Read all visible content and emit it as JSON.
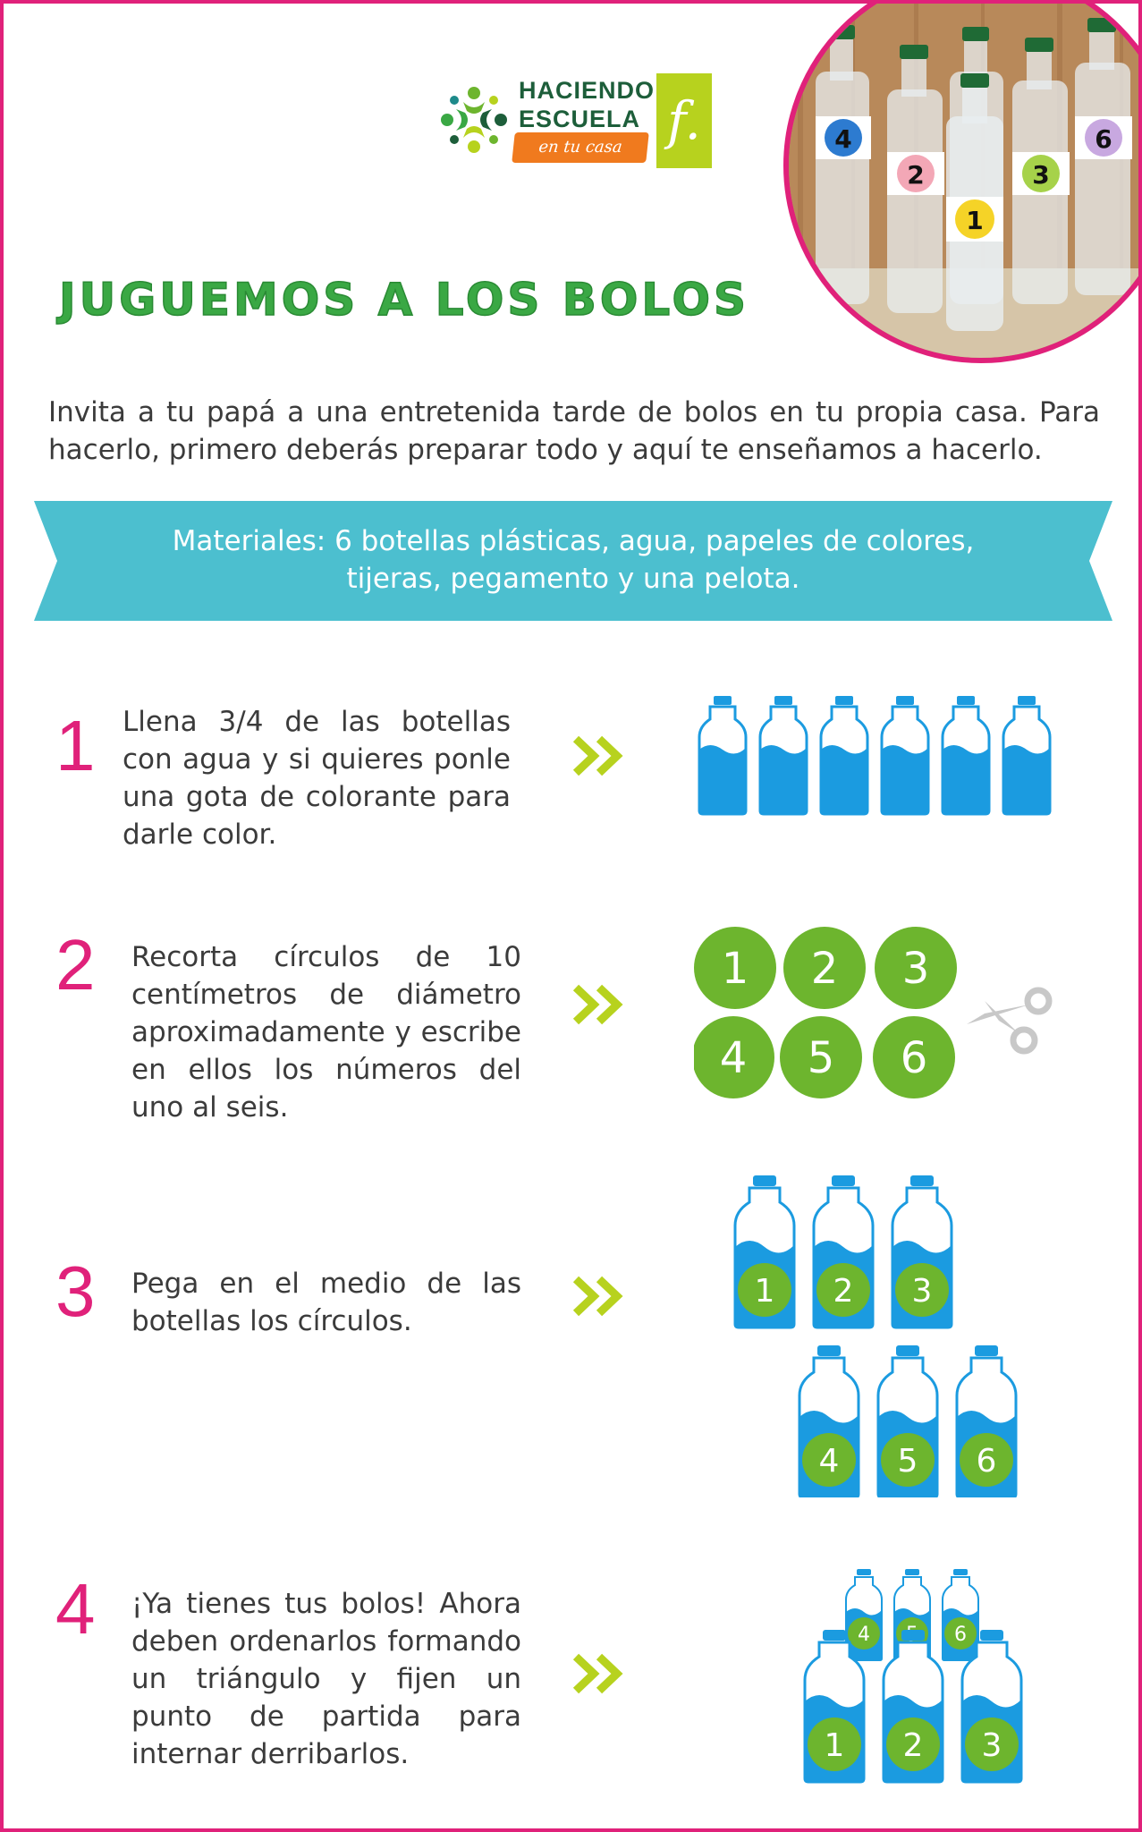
{
  "logo": {
    "line1": "HACIENDO",
    "line2": "ESCUELA",
    "tagline": "en tu casa",
    "brand_letter": "f."
  },
  "title": "Juguemos a los bolos",
  "intro": "Invita a tu papá a una entretenida tarde de bolos en tu propia casa. Para hacerlo, primero deberás preparar todo y aquí te enseñamos a hacerlo.",
  "materials": "Materiales: 6 botellas plásticas, agua, papeles de colores, tijeras, pegamento y una pelota.",
  "photo": {
    "bottle_labels": [
      "4",
      "2",
      "1",
      "3",
      "6"
    ]
  },
  "steps": [
    {
      "number": "1",
      "text": "Llena 3/4 de las botellas con agua y si quieres ponle una gota de colorante para darle color."
    },
    {
      "number": "2",
      "text": "Recorta círculos de 10 centímetros de diámetro aproximadamente y escribe en ellos los números del uno al seis.",
      "circles": [
        "1",
        "2",
        "3",
        "4",
        "5",
        "6"
      ]
    },
    {
      "number": "3",
      "text": "Pega en el medio de las botellas los círculos.",
      "bottles": [
        "1",
        "2",
        "3",
        "4",
        "5",
        "6"
      ]
    },
    {
      "number": "4",
      "text": "¡Ya tienes tus bolos! Ahora deben ordenarlos formando un triángulo y fijen un punto de partida para internar derribarlos.",
      "back_bottles": [
        "4",
        "5",
        "6"
      ],
      "front_bottles": [
        "1",
        "2",
        "3"
      ]
    }
  ],
  "colors": {
    "border": "#e0217a",
    "title": "#3aa844",
    "banner": "#4cbfcf",
    "step_number": "#e0217a",
    "arrow": "#b7d21e",
    "bottle": "#1b9be0",
    "circle": "#6db52e",
    "scissors": "#c8c8c8"
  },
  "icons": [
    "double-chevron-icon",
    "bottle-icon",
    "scissors-icon",
    "number-circle-icon"
  ]
}
